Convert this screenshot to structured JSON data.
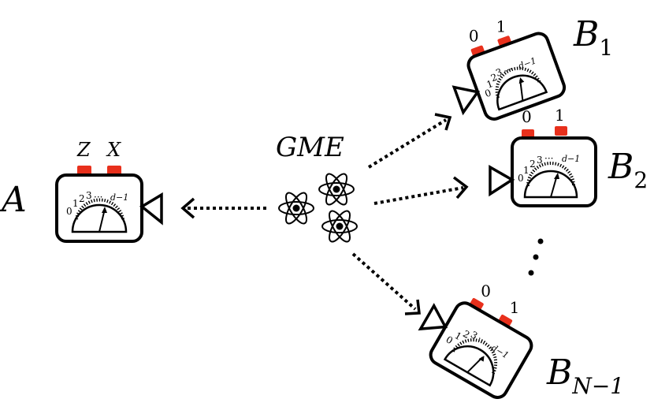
{
  "source_label": "GME",
  "colors": {
    "ink": "#000000",
    "button": "#e8301c",
    "panel_fill": "#ffffff"
  },
  "party_a": {
    "name": "A",
    "buttons": [
      "Z",
      "X"
    ]
  },
  "party_b1": {
    "name_main": "B",
    "name_sub": "1",
    "buttons": [
      "0",
      "1"
    ]
  },
  "party_b2": {
    "name_main": "B",
    "name_sub": "2",
    "buttons": [
      "0",
      "1"
    ]
  },
  "party_bn": {
    "name_main": "B",
    "name_sub": "N−1",
    "buttons": [
      "0",
      "1"
    ]
  },
  "dial": {
    "labels": [
      "0",
      "1",
      "2",
      "3",
      "···",
      "d−1"
    ]
  },
  "ellipsis_vertical": "⋮",
  "icons": {
    "source": "atom-icon",
    "device": "measurement-device-icon",
    "arrow": "dotted-arrow-icon"
  }
}
